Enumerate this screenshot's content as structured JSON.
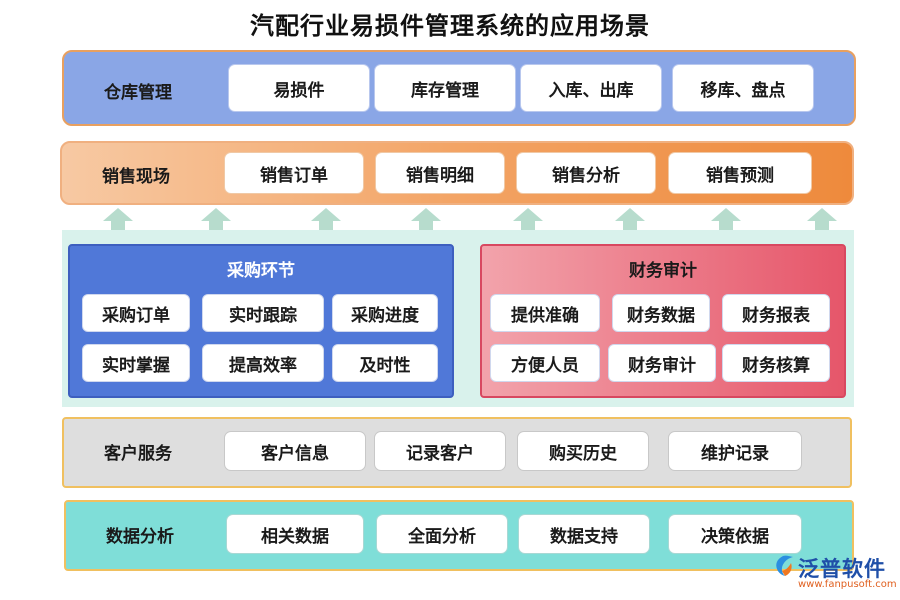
{
  "title": "汽配行业易损件管理系统的应用场景",
  "warehouse": {
    "label": "仓库管理",
    "items": [
      "易损件",
      "库存管理",
      "入库、出库",
      "移库、盘点"
    ]
  },
  "sales": {
    "label": "销售现场",
    "items": [
      "销售订单",
      "销售明细",
      "销售分析",
      "销售预测"
    ]
  },
  "purchase": {
    "label": "采购环节",
    "items": [
      "采购订单",
      "实时跟踪",
      "采购进度",
      "实时掌握",
      "提高效率",
      "及时性"
    ]
  },
  "finance": {
    "label": "财务审计",
    "items": [
      "提供准确",
      "财务数据",
      "财务报表",
      "方便人员",
      "财务审计",
      "财务核算"
    ]
  },
  "service": {
    "label": "客户服务",
    "items": [
      "客户信息",
      "记录客户",
      "购买历史",
      "维护记录"
    ]
  },
  "data_analysis": {
    "label": "数据分析",
    "items": [
      "相关数据",
      "全面分析",
      "数据支持",
      "决策依据"
    ]
  },
  "logo": {
    "name": "泛普软件",
    "url": "www.fanpusoft.com"
  },
  "colors": {
    "warehouse": "#8aa6e6",
    "sales": "#f3a465",
    "purchase": "#5078d8",
    "finance": "#e6566a",
    "service": "#dedede",
    "data_analysis": "#7fded8",
    "arrow": "#b7dccd"
  }
}
